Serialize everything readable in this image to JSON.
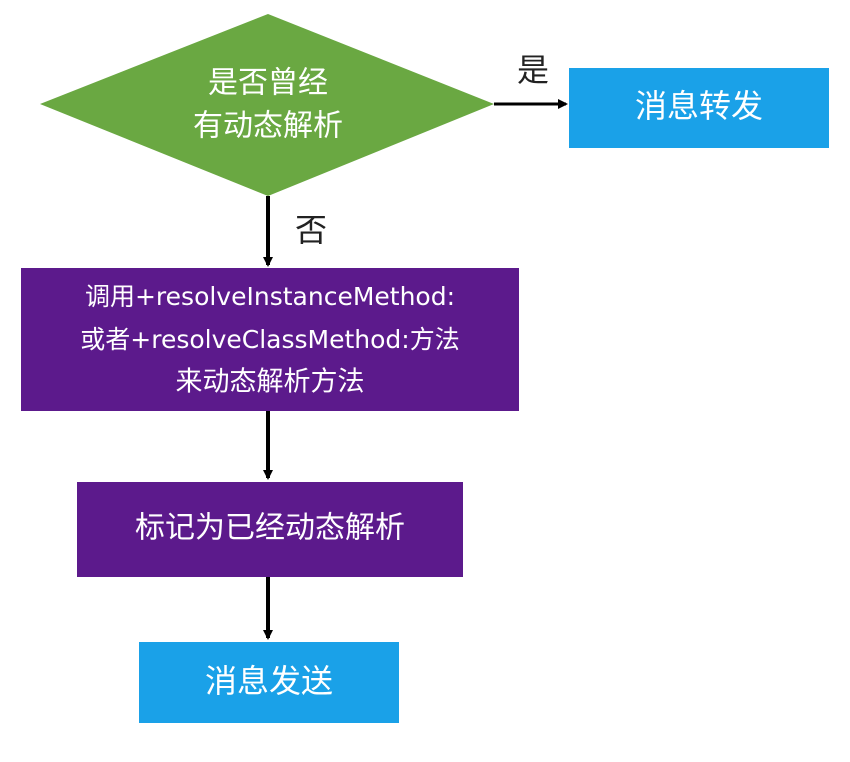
{
  "colors": {
    "decision_fill": "#6aa842",
    "process_fill": "#5c1a8c",
    "terminal_fill": "#1aa1e8",
    "arrow": "#000000"
  },
  "nodes": {
    "decision": {
      "line1": "是否曾经",
      "line2": "有动态解析"
    },
    "forward": {
      "label": "消息转发"
    },
    "resolve": {
      "line1": "调用+resolveInstanceMethod:",
      "line2": "或者+resolveClassMethod:方法",
      "line3": "来动态解析方法"
    },
    "mark": {
      "label": "标记为已经动态解析"
    },
    "send": {
      "label": "消息发送"
    }
  },
  "edges": {
    "yes_label": "是",
    "no_label": "否"
  }
}
